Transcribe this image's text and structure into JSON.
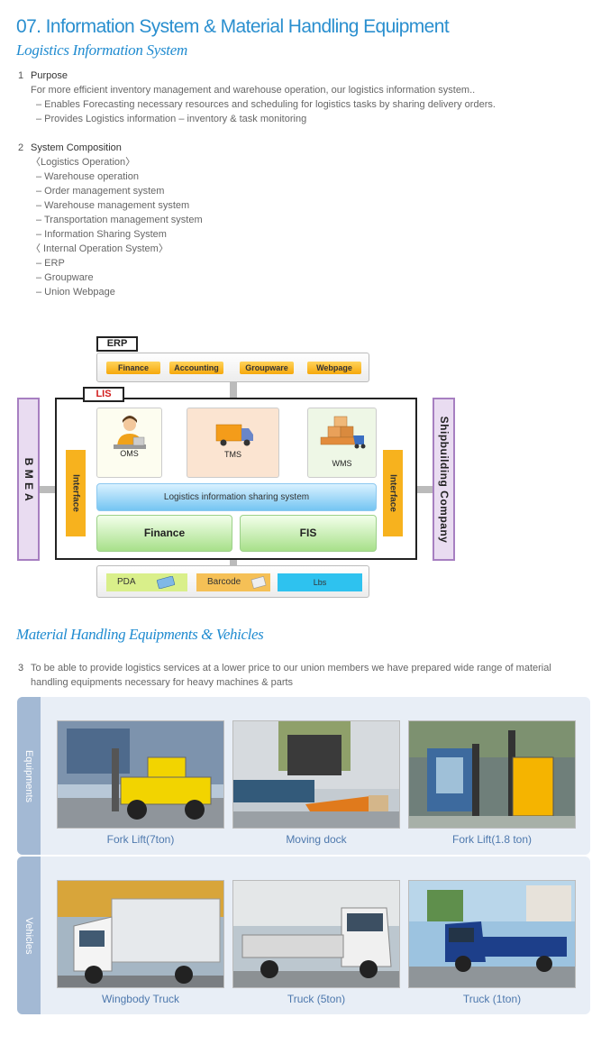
{
  "header": {
    "number": "07.",
    "title": "Information System & Material Handling Equipment",
    "subtitle": "Logistics Information System"
  },
  "purpose": {
    "number": "1",
    "heading": "Purpose",
    "lines": [
      "For more efficient inventory management  and warehouse operation, our logistics information system..",
      "– Enables Forecasting necessary resources and scheduling for logistics tasks by sharing delivery orders.",
      "– Provides Logistics information – inventory & task monitoring"
    ]
  },
  "composition": {
    "number": "2",
    "heading": "System Composition",
    "lines": [
      "〈Logistics Operation〉",
      "– Warehouse operation",
      "– Order management system",
      "– Warehouse management system",
      "– Transportation management system",
      "– Information Sharing System",
      "〈 Internal Operation System〉",
      "– ERP",
      "– Groupware",
      "– Union Webpage"
    ]
  },
  "diagram": {
    "erp_label": "ERP",
    "erp_items": [
      "Finance",
      "Accounting",
      "Groupware",
      "Webpage"
    ],
    "lis_label": "LIS",
    "modules": [
      "OMS",
      "TMS",
      "WMS"
    ],
    "sharing": "Logistics information sharing system",
    "bottom_modules": [
      "Finance",
      "FIS"
    ],
    "interface_left": "Interface",
    "interface_right": "Interface",
    "left_side": "B M E A",
    "right_side": "Shipbuilding Company",
    "devices": [
      "PDA",
      "Barcode",
      "Lbs"
    ]
  },
  "material": {
    "title": "Material Handling Equipments & Vehicles",
    "number": "3",
    "text_lines": [
      "To be able to provide logistics services at a lower price to our union members we have prepared wide range of material",
      "handling equipments necessary for heavy machines & parts"
    ]
  },
  "equipments": {
    "tab": "Equipments",
    "captions": [
      "Fork Lift(7ton)",
      "Moving dock",
      "Fork Lift(1.8 ton)"
    ]
  },
  "vehicles": {
    "tab": "Vehicles",
    "captions": [
      "Wingbody Truck",
      "Truck (5ton)",
      "Truck (1ton)"
    ]
  },
  "colors": {
    "title_blue": "#2a8fcf",
    "caption_blue": "#4d78ad",
    "lis_red": "#d21e1e",
    "interface_orange": "#f7b21e",
    "side_purple": "#a77fc1"
  }
}
